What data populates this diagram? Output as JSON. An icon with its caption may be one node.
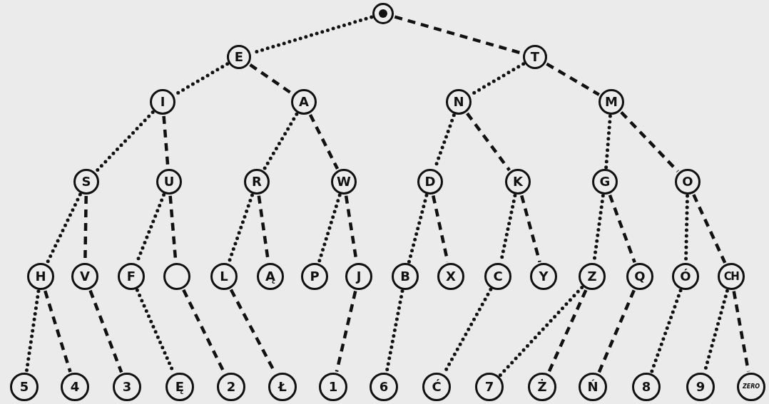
{
  "diagram": {
    "nodes": [
      {
        "text": [],
        "shape": "circle"
      },
      {
        "text": [
          "E"
        ]
      },
      {
        "text": [
          "T"
        ]
      },
      {
        "text": [
          "I"
        ]
      },
      {
        "text": [
          "A"
        ]
      },
      {
        "text": [
          "N"
        ]
      },
      {
        "text": [
          "M"
        ]
      },
      {
        "text": [
          "S"
        ]
      },
      {
        "text": [
          "U"
        ]
      },
      {
        "text": [
          "R"
        ]
      },
      {
        "text": [
          "W"
        ]
      },
      {
        "text": [
          "D"
        ]
      },
      {
        "text": [
          "K"
        ]
      },
      {
        "text": [
          "G"
        ]
      },
      {
        "text": [
          "O"
        ]
      },
      {
        "text": [
          "H"
        ]
      },
      {
        "text": [
          "V"
        ]
      },
      {
        "text": [
          "F"
        ]
      },
      {
        "text": [],
        "shape": "circle"
      },
      {
        "text": [
          "L"
        ]
      },
      {
        "text": [
          "Ą"
        ]
      },
      {
        "text": [
          "P"
        ]
      },
      {
        "text": [
          "J"
        ]
      },
      {
        "text": [
          "B"
        ]
      },
      {
        "text": [
          "X"
        ]
      },
      {
        "text": [
          "C"
        ]
      },
      {
        "text": [
          "Y"
        ]
      },
      {
        "text": [
          "Z"
        ]
      },
      {
        "text": [
          "Q"
        ]
      },
      {
        "text": [
          "Ó"
        ]
      },
      {
        "text": [
          "CH"
        ]
      },
      {
        "text": [
          "5"
        ]
      },
      {
        "text": [
          "4"
        ]
      },
      {
        "text": [
          "3"
        ]
      },
      {
        "text": [
          "Ę"
        ]
      },
      {
        "text": [
          "2"
        ]
      },
      {
        "text": [
          "Ł"
        ]
      },
      {
        "text": [
          "1"
        ]
      },
      {
        "text": [
          "6"
        ]
      },
      {
        "text": [
          "Ć"
        ]
      },
      {
        "text": [
          "7"
        ]
      },
      {
        "text": [
          "Ż"
        ]
      },
      {
        "text": [
          "Ń"
        ]
      },
      {
        "text": [
          "8"
        ]
      },
      {
        "text": [
          "9"
        ]
      },
      {
        "text": [
          "ZERO"
        ]
      }
    ],
    "edges": [
      {
        "from": 0,
        "to": 1,
        "arrow": "none"
      },
      {
        "from": 0,
        "to": 2,
        "arrow": "none",
        "style": "dashed"
      },
      {
        "from": 1,
        "to": 3,
        "arrow": "none"
      },
      {
        "from": 1,
        "to": 4,
        "arrow": "none",
        "style": "dashed"
      },
      {
        "from": 2,
        "to": 5,
        "arrow": "none"
      },
      {
        "from": 2,
        "to": 6,
        "arrow": "none",
        "style": "dashed"
      },
      {
        "from": 3,
        "to": 7,
        "arrow": "none"
      },
      {
        "from": 3,
        "to": 8,
        "arrow": "none",
        "style": "dashed"
      },
      {
        "from": 4,
        "to": 9,
        "arrow": "none"
      },
      {
        "from": 4,
        "to": 10,
        "arrow": "none",
        "style": "dashed"
      },
      {
        "from": 5,
        "to": 11,
        "arrow": "none"
      },
      {
        "from": 5,
        "to": 12,
        "arrow": "none",
        "style": "dashed"
      },
      {
        "from": 6,
        "to": 13,
        "arrow": "none"
      },
      {
        "from": 6,
        "to": 14,
        "arrow": "none",
        "style": "dashed"
      },
      {
        "from": 7,
        "to": 15,
        "arrow": "none"
      },
      {
        "from": 7,
        "to": 16,
        "arrow": "none",
        "style": "dashed"
      },
      {
        "from": 8,
        "to": 17,
        "arrow": "none"
      },
      {
        "from": 8,
        "to": 18,
        "arrow": "none",
        "style": "dashed"
      },
      {
        "from": 9,
        "to": 19,
        "arrow": "none"
      },
      {
        "from": 9,
        "to": 20,
        "arrow": "none",
        "style": "dashed"
      },
      {
        "from": 10,
        "to": 21,
        "arrow": "none"
      },
      {
        "from": 10,
        "to": 22,
        "arrow": "none",
        "style": "dashed"
      },
      {
        "from": 11,
        "to": 23,
        "arrow": "none"
      },
      {
        "from": 11,
        "to": 24,
        "arrow": "none",
        "style": "dashed"
      },
      {
        "from": 12,
        "to": 25,
        "arrow": "none"
      },
      {
        "from": 12,
        "to": 26,
        "arrow": "none",
        "style": "dashed"
      },
      {
        "from": 13,
        "to": 27,
        "arrow": "none"
      },
      {
        "from": 13,
        "to": 28,
        "arrow": "none",
        "style": "dashed"
      },
      {
        "from": 14,
        "to": 29,
        "arrow": "none"
      },
      {
        "from": 14,
        "to": 30,
        "arrow": "none",
        "style": "dashed"
      },
      {
        "from": 15,
        "to": 31,
        "arrow": "none"
      },
      {
        "from": 15,
        "to": 32,
        "arrow": "none",
        "style": "dashed"
      },
      {
        "from": 16,
        "to": 33,
        "arrow": "none",
        "style": "dashed"
      },
      {
        "from": 17,
        "to": 34,
        "arrow": "none"
      },
      {
        "from": 18,
        "to": 35,
        "arrow": "none",
        "style": "dashed"
      },
      {
        "from": 19,
        "to": 36,
        "arrow": "none",
        "style": "dashed"
      },
      {
        "from": 22,
        "to": 37,
        "arrow": "none",
        "style": "dashed"
      },
      {
        "from": 23,
        "to": 38,
        "arrow": "none"
      },
      {
        "from": 25,
        "to": 39,
        "arrow": "none"
      },
      {
        "from": 27,
        "to": 40,
        "arrow": "none"
      },
      {
        "from": 27,
        "to": 41,
        "arrow": "none",
        "style": "dashed"
      },
      {
        "from": 28,
        "to": 42,
        "arrow": "none",
        "style": "dashed"
      },
      {
        "from": 29,
        "to": 43,
        "arrow": "none"
      },
      {
        "from": 30,
        "to": 44,
        "arrow": "none"
      },
      {
        "from": 30,
        "to": 45,
        "arrow": "none",
        "style": "dashed"
      }
    ]
  }
}
